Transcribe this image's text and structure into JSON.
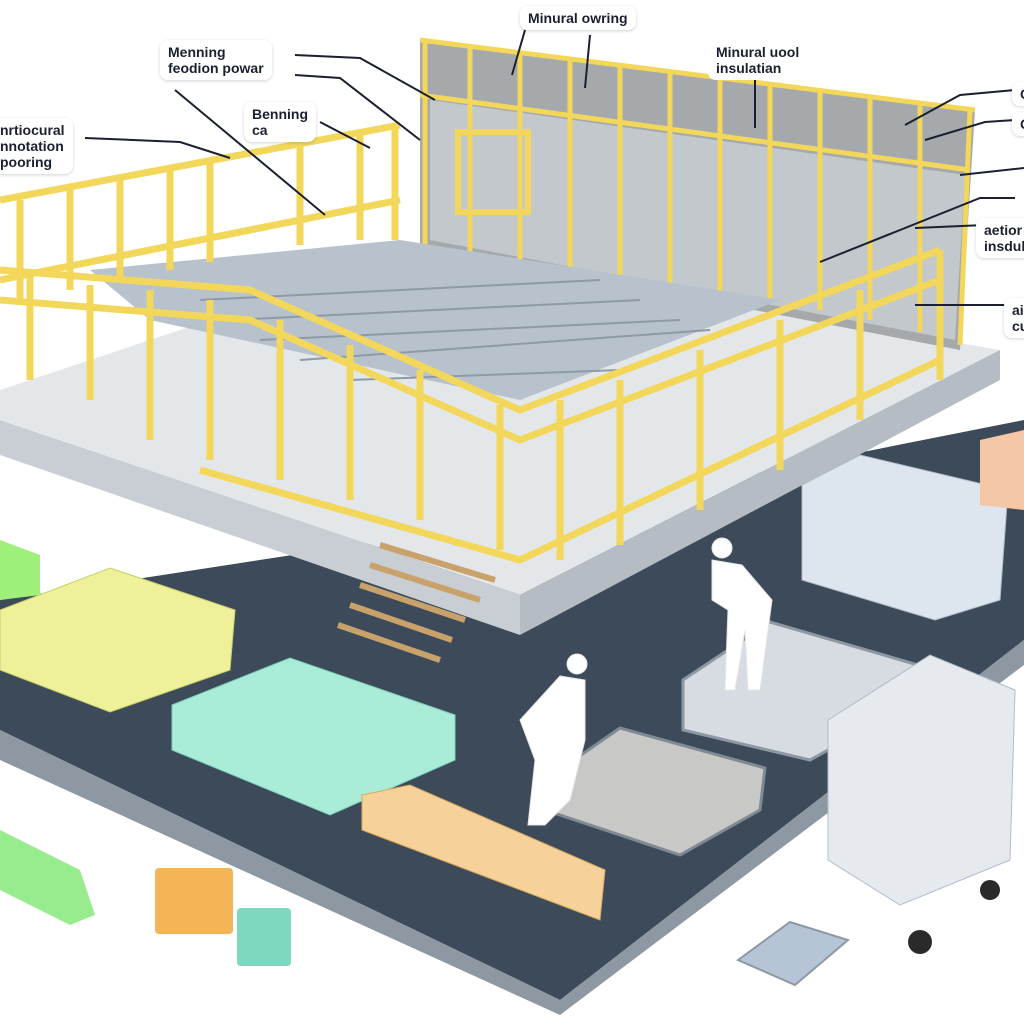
{
  "labels": {
    "mineral_owring": "Minural owring",
    "mineral_wool": "Minural uool\ninsulatian",
    "menning": "Menning\nfeodion powar",
    "benning": "Benning\nca",
    "left_label": "nrtiocural\nnnotation\npooring",
    "right_1": "C",
    "right_2": "C",
    "right_3": "aetior\ninsdul",
    "right_4": "ai\ncu"
  },
  "colors": {
    "frame": "#f2d75a",
    "slab": "#3c4a5a",
    "platform": "#d9dde2",
    "wall": "#a6a9ab",
    "insulation": "#b9c0c6",
    "fiberglass": "#eef09a",
    "foam_board": "#a9ecd8",
    "wood": "#f6d29a"
  }
}
